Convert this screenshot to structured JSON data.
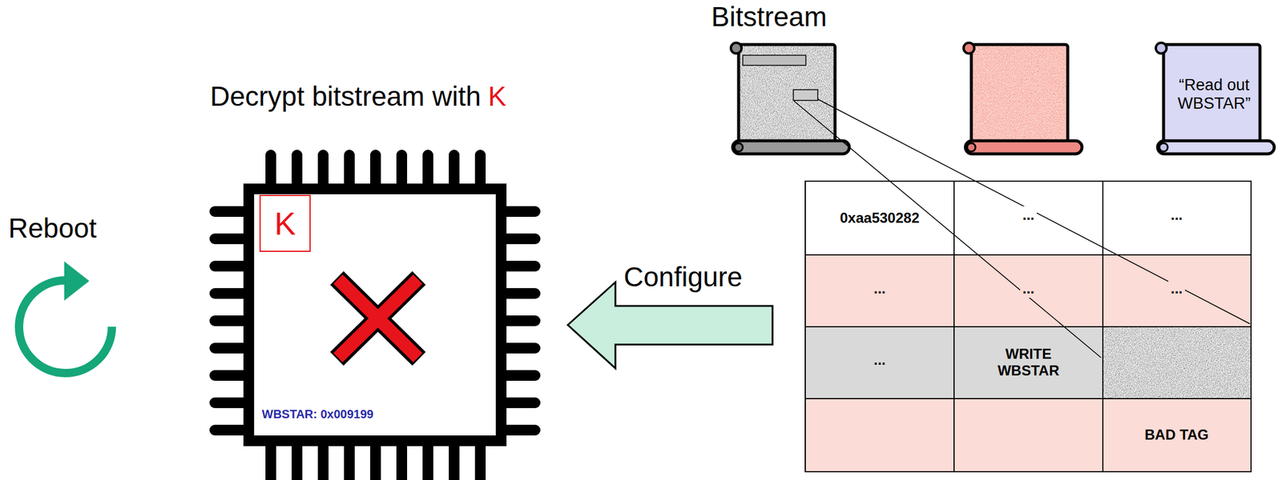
{
  "diagram": {
    "nodes": [
      {
        "text": [
          "WBSTAR: 0x009199"
        ]
      },
      {
        "text": [
          "K"
        ],
        "in": 0
      },
      {
        "text": [
          "“Read out WBSTAR”"
        ]
      }
    ],
    "labels": [
      "Bitstream",
      "Decrypt bitstream with",
      "K",
      "Reboot",
      "Configure",
      "0xaa530282",
      "...",
      "...",
      "...",
      "...",
      "...",
      "...",
      "WRITE WBSTAR",
      "BAD TAG"
    ]
  }
}
